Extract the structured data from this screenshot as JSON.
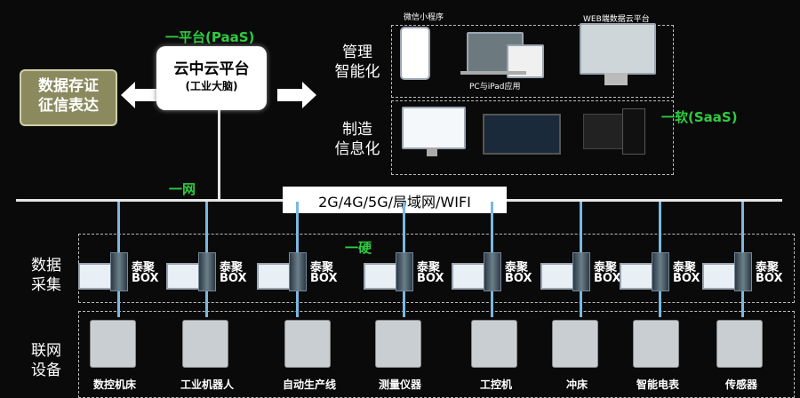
{
  "platform": {
    "tag": "一平台(PaaS)",
    "title": "云中云平台",
    "subtitle": "(工业大脑)"
  },
  "left_box": {
    "line1": "数据存证",
    "line2": "征信表达"
  },
  "management": {
    "label_line1": "管理",
    "label_line2": "智能化",
    "items": [
      "微信小程序",
      "PC与iPad应用",
      "WEB端数据云平台"
    ]
  },
  "manufacturing": {
    "label_line1": "制造",
    "label_line2": "信息化"
  },
  "software_tag": "一软(SaaS)",
  "network_tag": "一网",
  "network_label": "2G/4G/5G/局域网/WIFI",
  "hardware_tag": "一硬",
  "collection": {
    "label_line1": "数据",
    "label_line2": "采集",
    "box_name_line1": "泰聚",
    "box_name_line2": "BOX"
  },
  "devices_label": {
    "line1": "联网",
    "line2": "设备"
  },
  "devices": [
    "数控机床",
    "工业机器人",
    "自动生产线",
    "测量仪器",
    "工控机",
    "冲床",
    "智能电表",
    "传感器"
  ],
  "colors": {
    "accent_green": "#2ecc40",
    "line_blue": "#7ab8e0",
    "box_olive": "#8a8a5c"
  }
}
